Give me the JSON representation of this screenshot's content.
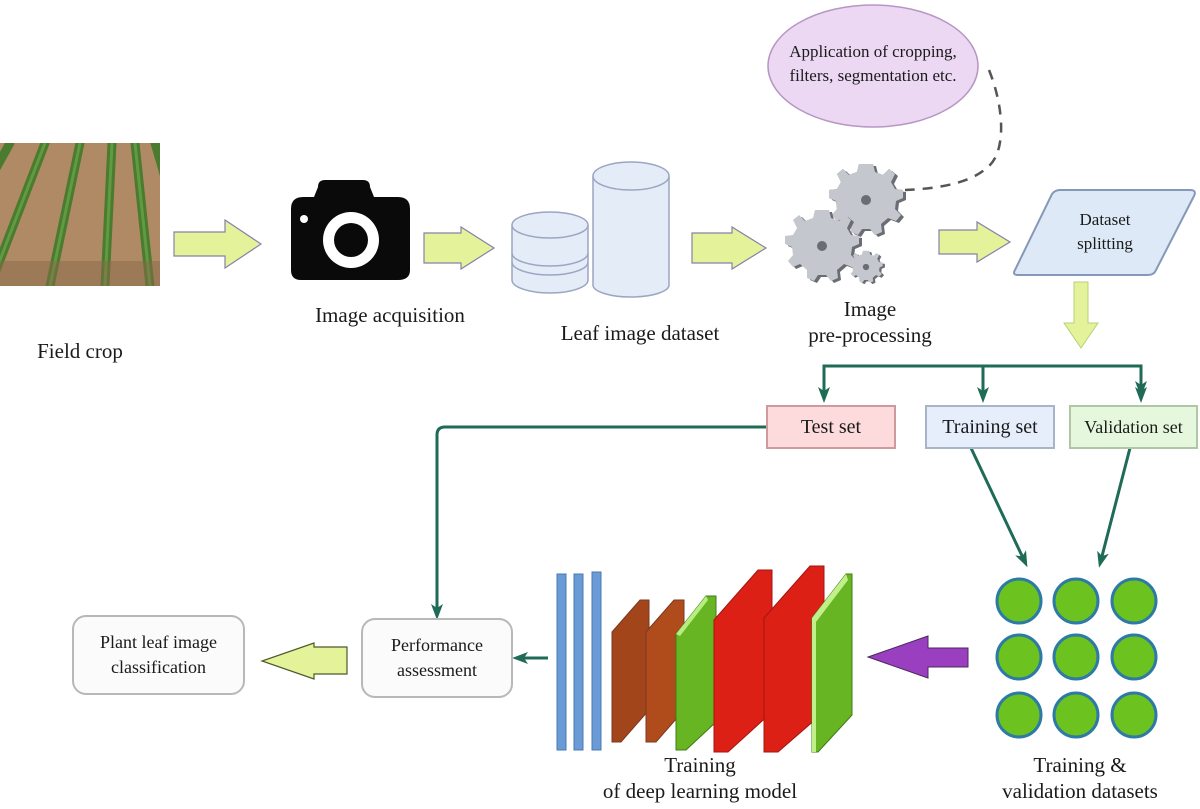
{
  "title": "Plant leaf image classification pipeline",
  "nodes": {
    "field_crop": "Field crop",
    "image_acquisition": "Image acquisition",
    "leaf_dataset": "Leaf image dataset",
    "preprocessing_line1": "Image",
    "preprocessing_line2": "pre-processing",
    "preprocessing_note_line1": "Application of cropping,",
    "preprocessing_note_line2": "filters, segmentation etc.",
    "dataset_splitting_line1": "Dataset",
    "dataset_splitting_line2": "splitting",
    "test_set": "Test set",
    "training_set": "Training set",
    "validation_set": "Validation set",
    "tv_datasets_line1": "Training &",
    "tv_datasets_line2": "validation datasets",
    "dl_training_line1": "Training",
    "dl_training_line2": "of deep learning model",
    "performance_line1": "Performance",
    "performance_line2": "assessment",
    "classification_line1": "Plant leaf image",
    "classification_line2": "classification"
  },
  "icons": {
    "camera": "camera-icon",
    "database": "database-icon",
    "gears": "gears-icon",
    "field_photo": "field-crop-photo",
    "nn_layers": "neural-network-layers-icon",
    "dataset_dots": "dataset-circles-icon"
  },
  "colors": {
    "flow_arrow_fill": "#e4f39a",
    "flow_arrow_stroke": "#8a7fa8",
    "connector": "#1f6b57",
    "purple_arrow": "#9a3fc0",
    "ellipse_fill": "#ecd8f3",
    "parallelogram_fill": "#dde9f7",
    "db_fill": "#e4ecf8",
    "gear_fill": "#c5c7cf",
    "dot_fill": "#6cc21e",
    "dot_stroke": "#2d7aa6"
  }
}
